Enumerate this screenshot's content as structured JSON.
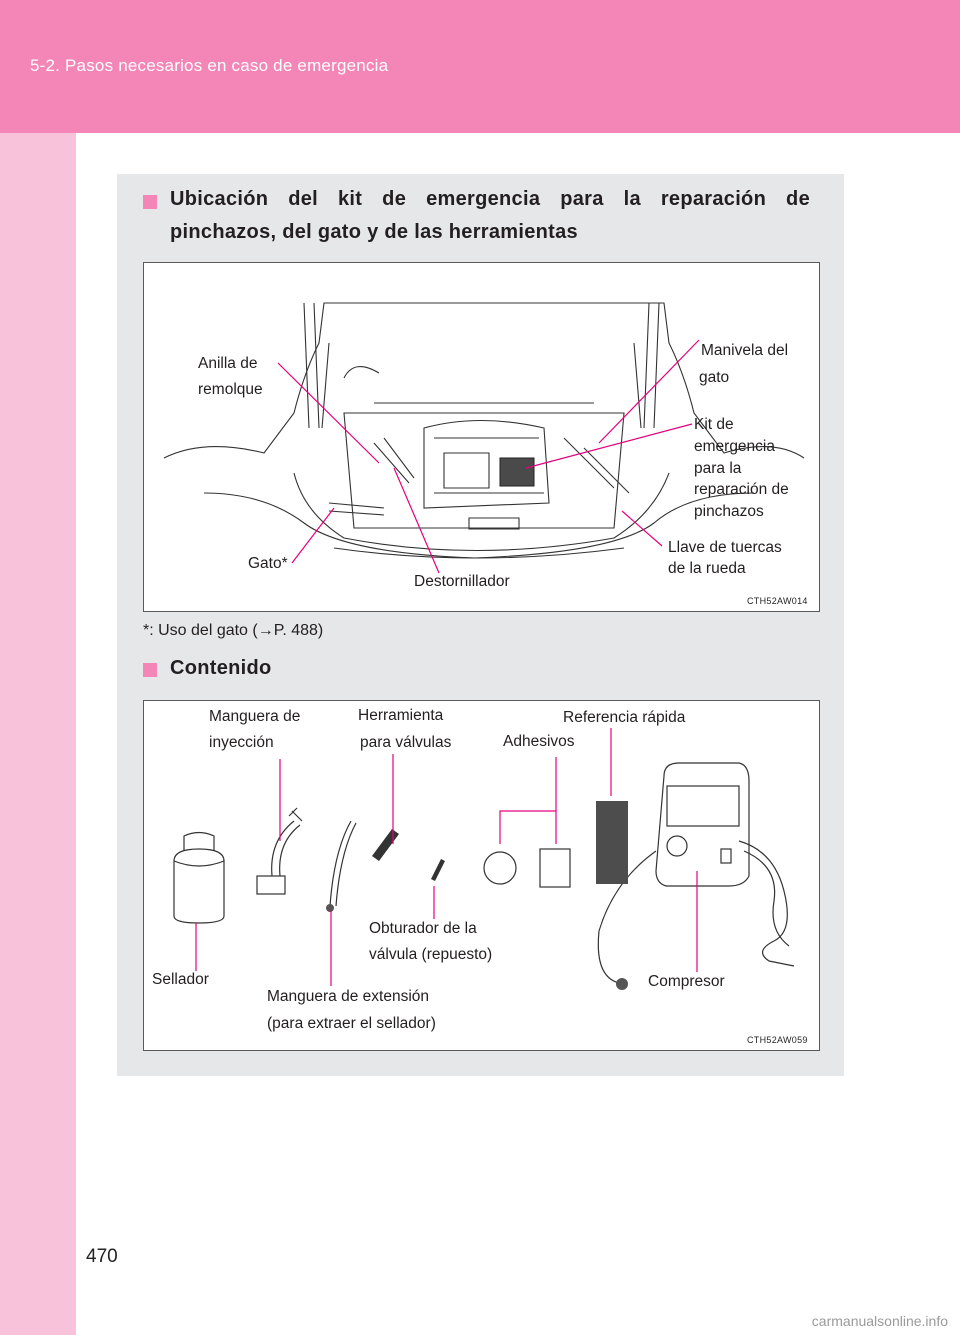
{
  "header": {
    "title": "5-2. Pasos necesarios en caso de emergencia"
  },
  "page": {
    "number": "470"
  },
  "watermark": "carmanualsonline.info",
  "section1": {
    "heading_line1": "Ubicación del kit de emergencia para la reparación de",
    "heading_line2": "pinchazos, del gato y de las herramientas",
    "figure_code": "CTH52AW014",
    "labels": {
      "tow_eye_1": "Anilla de",
      "tow_eye_2": "remolque",
      "jack_handle_1": "Manivela del",
      "jack_handle_2": "gato",
      "kit_1": "Kit de",
      "kit_2": "emergencia",
      "kit_3": "para la",
      "kit_4": "reparación de",
      "kit_5": "pinchazos",
      "lug_wrench_1": "Llave de tuercas",
      "lug_wrench_2": "de la rueda",
      "jack": "Gato*",
      "screwdriver": "Destornillador"
    },
    "footnote": "*: Uso del gato (→P. 488)"
  },
  "section2": {
    "heading": "Contenido",
    "figure_code": "CTH52AW059",
    "labels": {
      "injection_hose_1": "Manguera de",
      "injection_hose_2": "inyección",
      "valve_tool_1": "Herramienta",
      "valve_tool_2": "para válvulas",
      "quick_ref": "Referencia rápida",
      "stickers": "Adhesivos",
      "sealant": "Sellador",
      "valve_core_1": "Obturador de la",
      "valve_core_2": "válvula (repuesto)",
      "extension_hose_1": "Manguera de extensión",
      "extension_hose_2": "(para extraer el sellador)",
      "compressor": "Compresor"
    }
  },
  "colors": {
    "header": "#f386b6",
    "side_strip": "#f8c2db",
    "section_bg": "#e6e7e8",
    "leader": "#e6007e"
  }
}
